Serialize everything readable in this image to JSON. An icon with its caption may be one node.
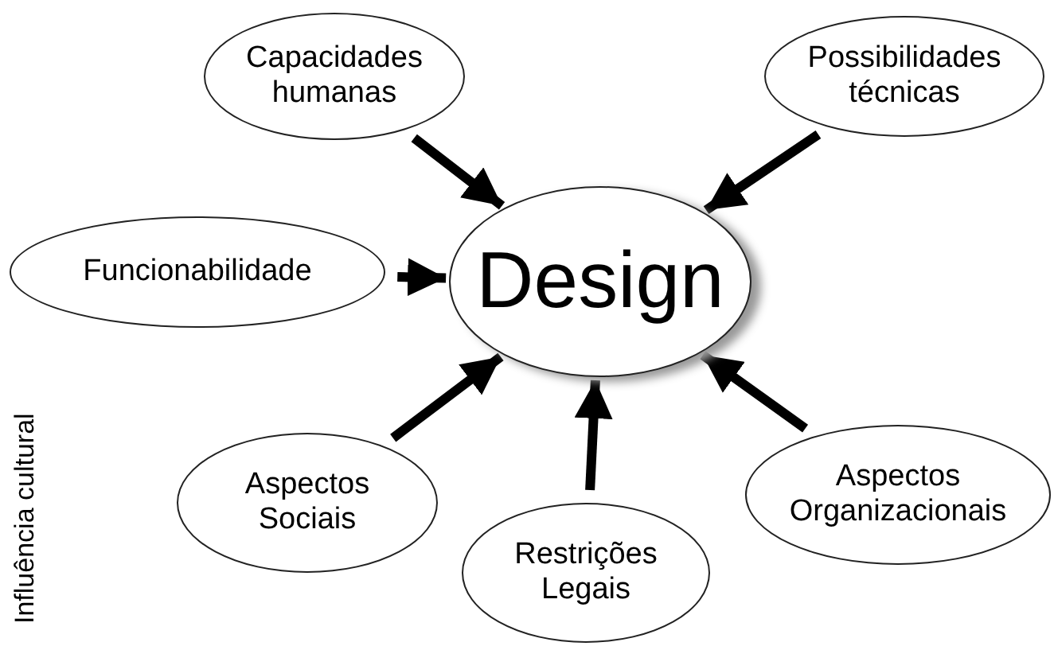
{
  "diagram": {
    "nodes": [
      {
        "text": [
          "Capacidades humanas"
        ]
      },
      {
        "text": [
          "Possibilidades técnicas"
        ]
      },
      {
        "text": [
          "Funcionabilidade"
        ]
      },
      {
        "text": [
          "Design"
        ]
      },
      {
        "text": [
          "Aspectos Sociais"
        ]
      },
      {
        "text": [
          "Aspectos Organizacionais"
        ]
      },
      {
        "text": [
          "Restrições Legais"
        ]
      }
    ],
    "edges": [
      {
        "from": 0,
        "to": 3,
        "arrow": "to"
      },
      {
        "from": 1,
        "to": 3,
        "arrow": "to"
      },
      {
        "from": 2,
        "to": 3,
        "arrow": "to"
      },
      {
        "from": 4,
        "to": 3,
        "arrow": "to"
      },
      {
        "from": 5,
        "to": 3,
        "arrow": "to"
      },
      {
        "from": 6,
        "to": 3,
        "arrow": "to"
      }
    ],
    "labels": [
      "Influência cultural"
    ]
  }
}
